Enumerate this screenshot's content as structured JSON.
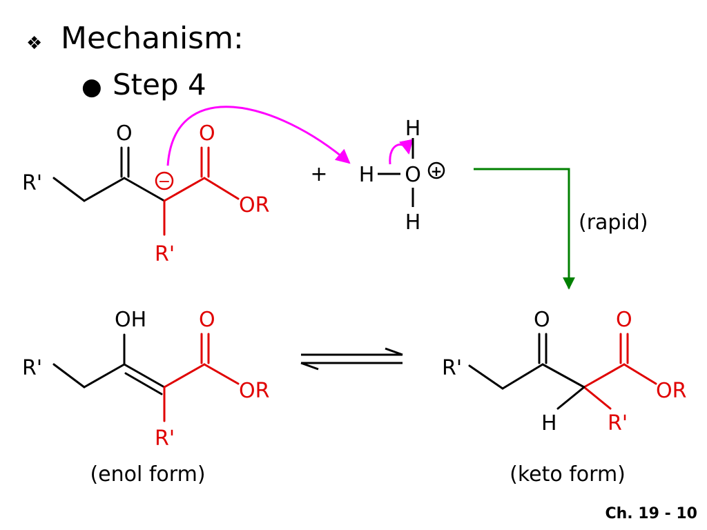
{
  "heading": {
    "bullet": "❖",
    "text": "Mechanism:"
  },
  "subheading": {
    "bullet": "●",
    "text": "Step 4"
  },
  "colors": {
    "black": "#000000",
    "red": "#e00000",
    "magenta": "#ff00ff",
    "green": "#008000"
  },
  "labels": {
    "O": "O",
    "OR": "OR",
    "Rp": "R'",
    "H": "H",
    "OH": "OH",
    "minus": "−",
    "plus": "+",
    "plus_sign": "+",
    "rapid": "(rapid)",
    "enol": "(enol form)",
    "keto": "(keto form)"
  },
  "footer": "Ch. 19 - 10"
}
